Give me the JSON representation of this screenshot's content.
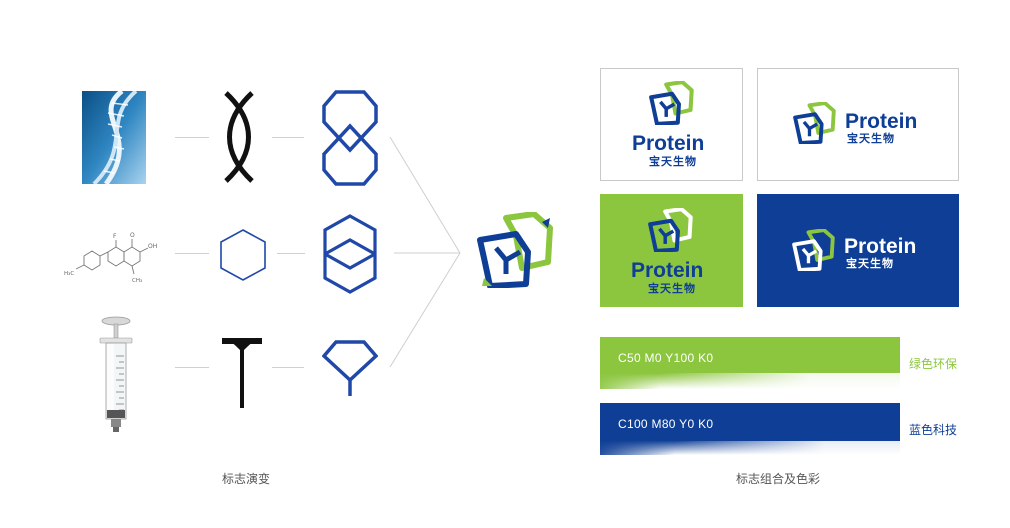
{
  "sections": {
    "evolution_caption": "标志演变",
    "combination_caption": "标志组合及色彩"
  },
  "brand": {
    "wordmark": "Protein",
    "chinese_name": "宝天生物"
  },
  "colors": {
    "green": "#8cc63f",
    "blue": "#0e3e95"
  },
  "swatches": [
    {
      "formula": "C50 M0 Y100 K0",
      "name": "绿色环保",
      "color": "#8cc63f"
    },
    {
      "formula": "C100 M80 Y0 K0",
      "name": "蓝色科技",
      "color": "#0e3e95"
    }
  ],
  "chem_labels": {
    "f": "F",
    "o": "O",
    "oh": "OH",
    "h3c": "H₃C",
    "ch3": "CH₃"
  },
  "icons": [
    "dna-photo",
    "chemical-structure-drawing",
    "syringe-photo",
    "helix-glyph",
    "hexagon-glyph",
    "t-glyph",
    "double-hexagon-mark",
    "stacked-hexagon-mark",
    "diamond-y-mark",
    "protein-cube-logo"
  ]
}
